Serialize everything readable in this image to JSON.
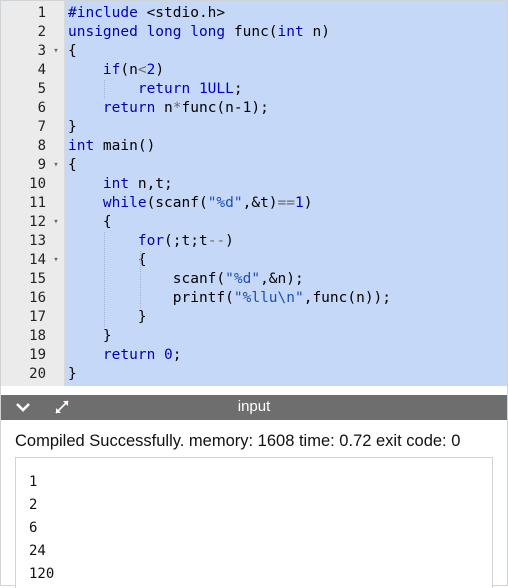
{
  "editor": {
    "lines": [
      {
        "n": "1",
        "fold": false,
        "tokens": [
          [
            "pre",
            "#include "
          ],
          [
            "",
            "<stdio.h>"
          ]
        ]
      },
      {
        "n": "2",
        "fold": false,
        "tokens": [
          [
            "kw",
            "unsigned long long "
          ],
          [
            "",
            "func("
          ],
          [
            "kw",
            "int"
          ],
          [
            "",
            " n)"
          ]
        ]
      },
      {
        "n": "3",
        "fold": true,
        "tokens": [
          [
            "",
            "{"
          ]
        ]
      },
      {
        "n": "4",
        "fold": false,
        "tokens": [
          [
            "",
            "    "
          ],
          [
            "kw",
            "if"
          ],
          [
            "",
            "(n"
          ],
          [
            "op",
            "<"
          ],
          [
            "num",
            "2"
          ],
          [
            "",
            ")"
          ]
        ]
      },
      {
        "n": "5",
        "fold": false,
        "tokens": [
          [
            "",
            "        "
          ],
          [
            "kw",
            "return "
          ],
          [
            "num",
            "1ULL"
          ],
          [
            "",
            ";"
          ]
        ]
      },
      {
        "n": "6",
        "fold": false,
        "tokens": [
          [
            "",
            "    "
          ],
          [
            "kw",
            "return "
          ],
          [
            "",
            "n"
          ],
          [
            "op",
            "*"
          ],
          [
            "",
            "func(n-1);"
          ]
        ]
      },
      {
        "n": "7",
        "fold": false,
        "tokens": [
          [
            "",
            "}"
          ]
        ]
      },
      {
        "n": "8",
        "fold": false,
        "tokens": [
          [
            "kw",
            "int "
          ],
          [
            "",
            "main()"
          ]
        ]
      },
      {
        "n": "9",
        "fold": true,
        "tokens": [
          [
            "",
            "{"
          ]
        ]
      },
      {
        "n": "10",
        "fold": false,
        "tokens": [
          [
            "",
            "    "
          ],
          [
            "kw",
            "int "
          ],
          [
            "",
            "n,t;"
          ]
        ]
      },
      {
        "n": "11",
        "fold": false,
        "tokens": [
          [
            "",
            "    "
          ],
          [
            "kw",
            "while"
          ],
          [
            "",
            "(scanf("
          ],
          [
            "str",
            "\"%d\""
          ],
          [
            "",
            ",&t)"
          ],
          [
            "op",
            "=="
          ],
          [
            "num",
            "1"
          ],
          [
            "",
            ")"
          ]
        ]
      },
      {
        "n": "12",
        "fold": true,
        "tokens": [
          [
            "",
            "    {"
          ]
        ]
      },
      {
        "n": "13",
        "fold": false,
        "tokens": [
          [
            "",
            "        "
          ],
          [
            "kw",
            "for"
          ],
          [
            "",
            "(;t;t"
          ],
          [
            "op",
            "--"
          ],
          [
            "",
            ")"
          ]
        ]
      },
      {
        "n": "14",
        "fold": true,
        "tokens": [
          [
            "",
            "        {"
          ]
        ]
      },
      {
        "n": "15",
        "fold": false,
        "tokens": [
          [
            "",
            "            scanf("
          ],
          [
            "str",
            "\"%d\""
          ],
          [
            "",
            ",&n);"
          ]
        ]
      },
      {
        "n": "16",
        "fold": false,
        "tokens": [
          [
            "",
            "            printf("
          ],
          [
            "str",
            "\"%llu\\n\""
          ],
          [
            "",
            ",func(n));"
          ]
        ]
      },
      {
        "n": "17",
        "fold": false,
        "tokens": [
          [
            "",
            "        }"
          ]
        ]
      },
      {
        "n": "18",
        "fold": false,
        "tokens": [
          [
            "",
            "    }"
          ]
        ]
      },
      {
        "n": "19",
        "fold": false,
        "tokens": [
          [
            "",
            "    "
          ],
          [
            "kw",
            "return "
          ],
          [
            "num",
            "0"
          ],
          [
            "",
            ";"
          ]
        ]
      },
      {
        "n": "20",
        "fold": false,
        "tokens": [
          [
            "",
            "}"
          ]
        ]
      }
    ]
  },
  "console": {
    "title": "input",
    "collapse_icon": "chevron-down-icon",
    "expand_icon": "expand-arrows-icon",
    "status": "Compiled Successfully. memory: 1608 time: 0.72 exit code: 0",
    "output": [
      "1",
      "2",
      "6",
      "24",
      "120"
    ]
  },
  "colors": {
    "selection": "#c6d8f8",
    "keyword": "#0000b3",
    "number": "#0000cd",
    "bar": "#6e6e6e"
  }
}
